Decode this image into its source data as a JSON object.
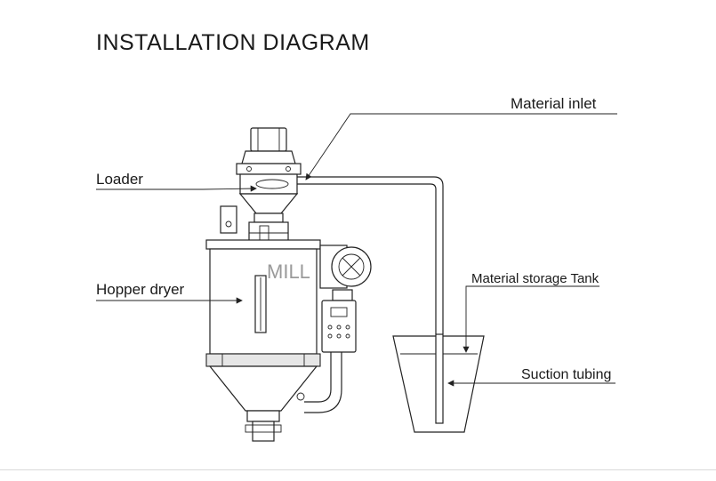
{
  "diagram": {
    "title": "INSTALLATION DIAGRAM",
    "watermark": "MILL",
    "labels": {
      "material_inlet": "Material inlet",
      "loader": "Loader",
      "hopper_dryer": "Hopper dryer",
      "material_storage_tank": "Material storage Tank",
      "suction_tubing": "Suction tubing"
    },
    "colors": {
      "line": "#222222",
      "text": "#1a1a1a",
      "watermark": "#9a9a9a"
    }
  }
}
